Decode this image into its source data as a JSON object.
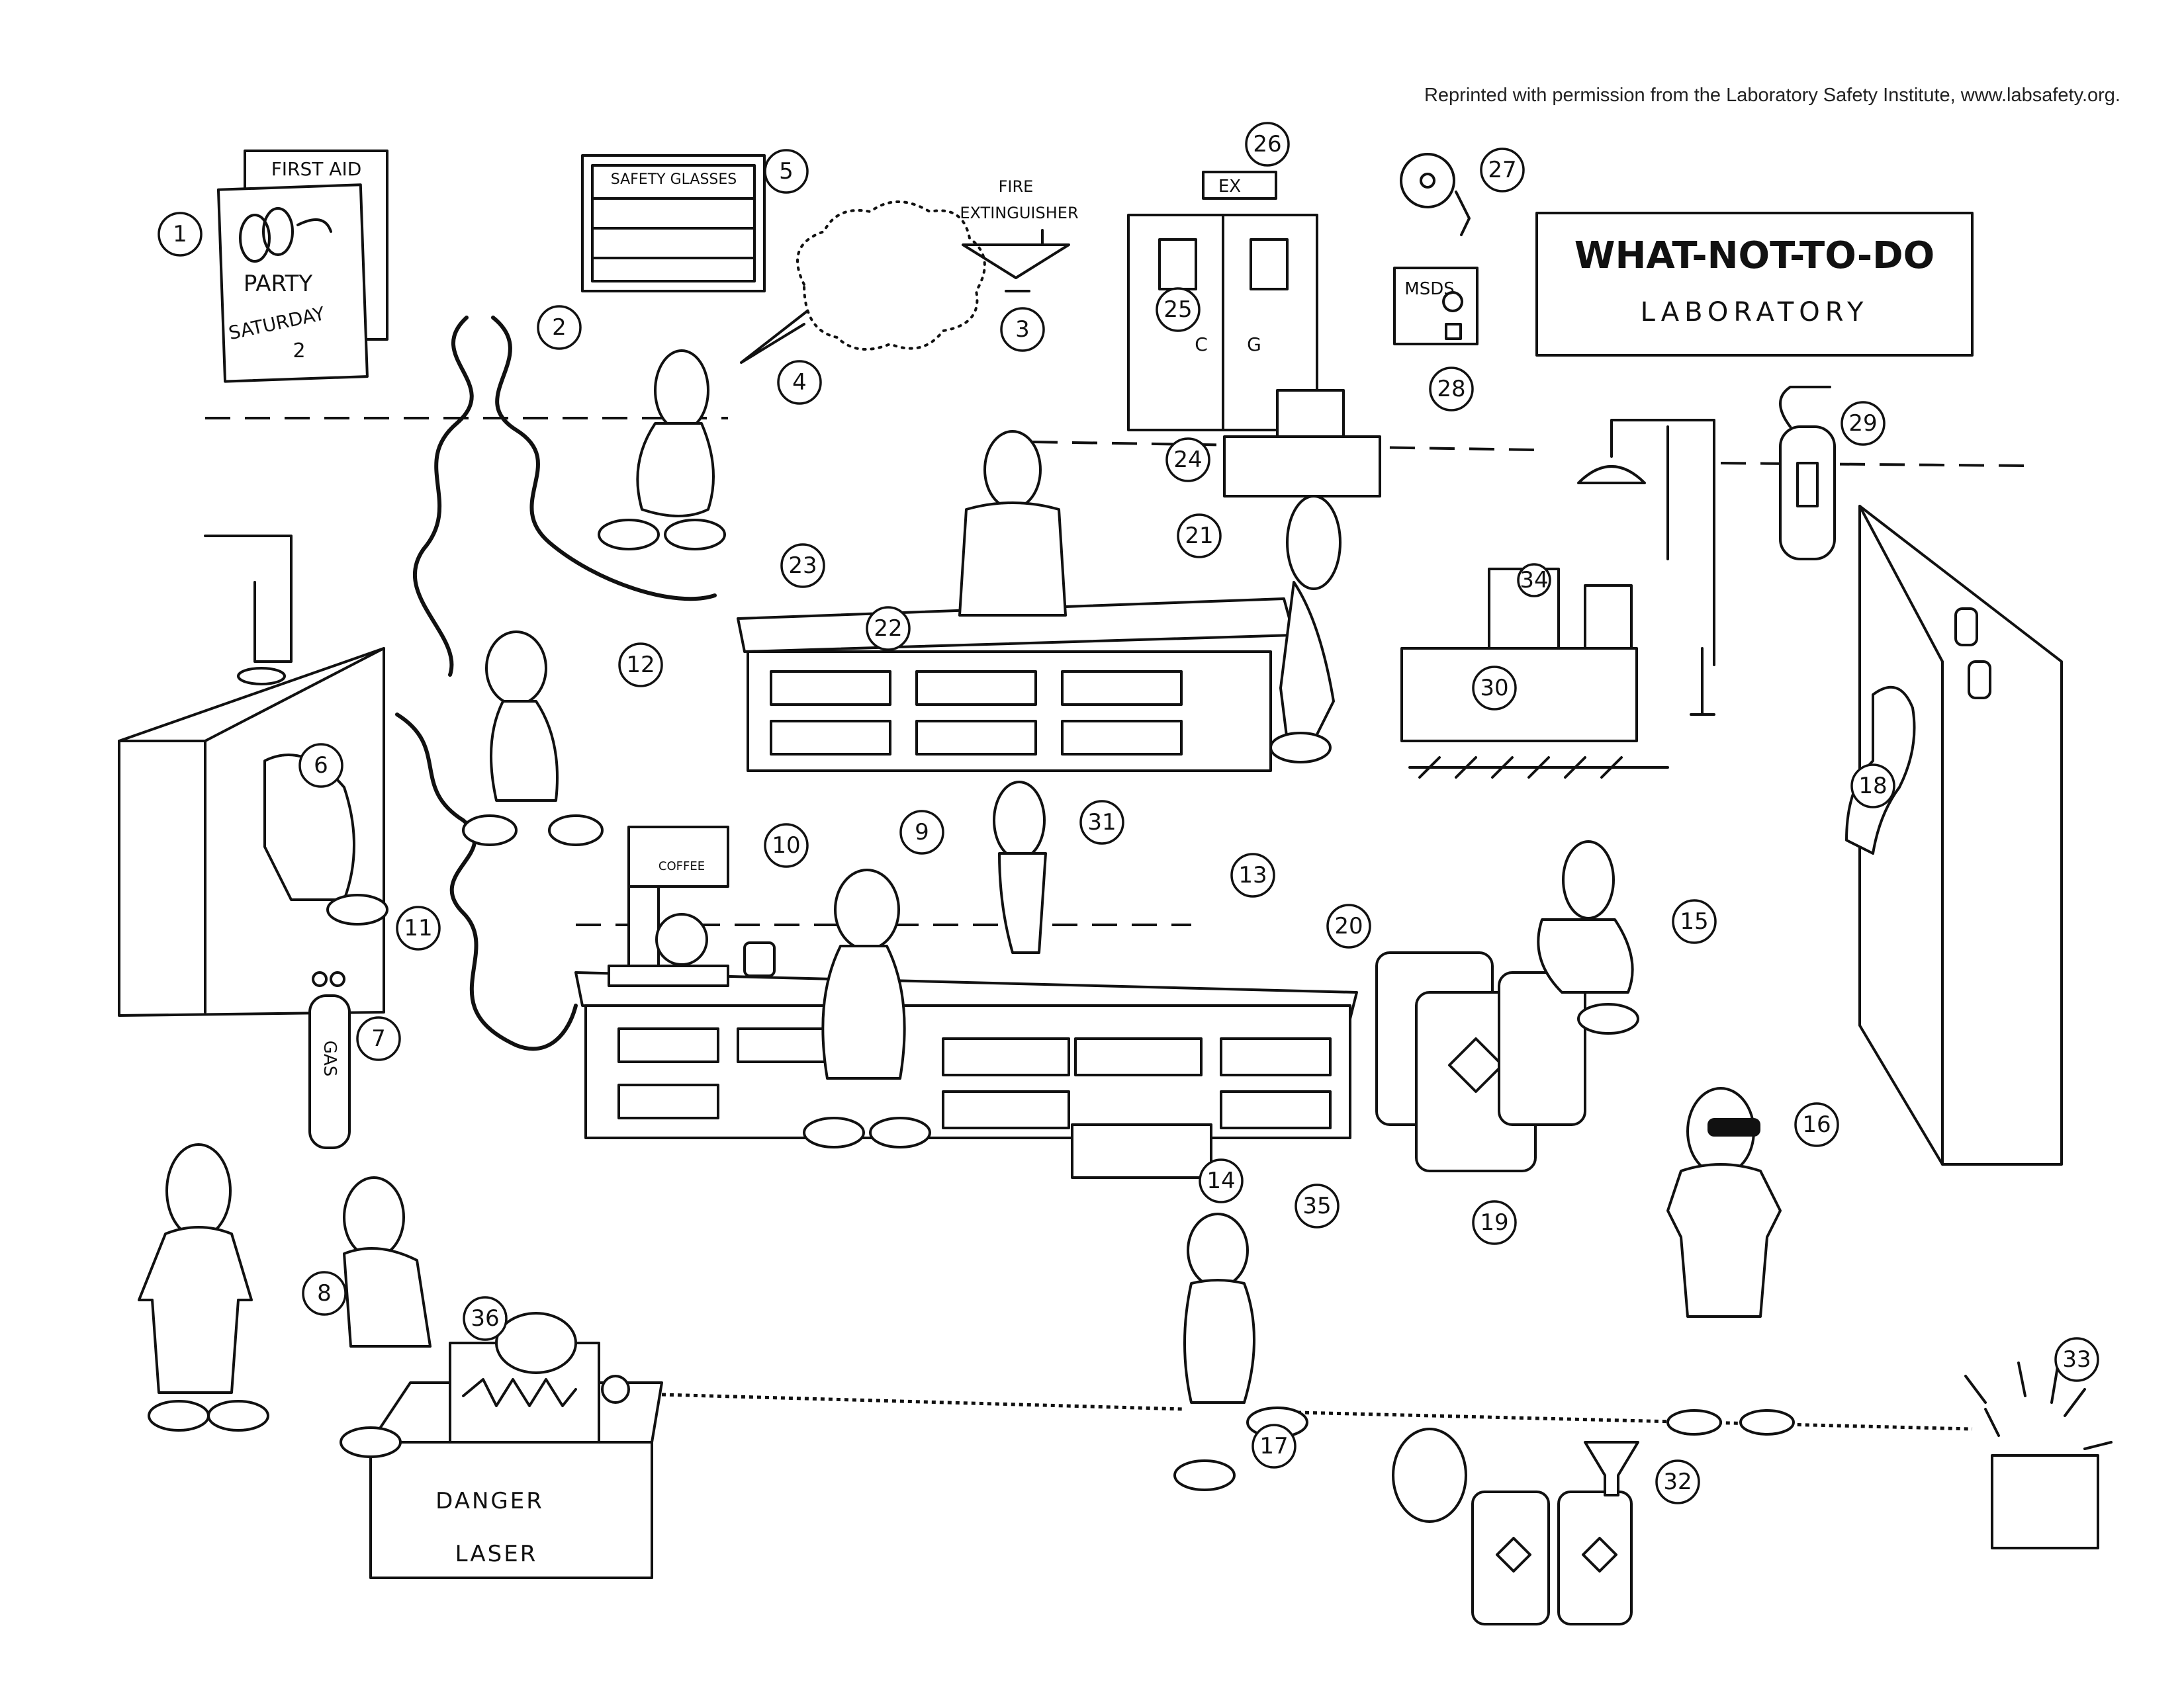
{
  "credit": "Reprinted with permission from the Laboratory Safety Institute, www.labsafety.org.",
  "signs": {
    "title_main": "WHAT-NOT-TO-DO",
    "title_sub": "LABORATORY",
    "first_aid": "FIRST AID",
    "party_line1": "PARTY",
    "party_line2": "SATURDAY",
    "party_date": "2",
    "safety_glasses": "SAFETY GLASSES",
    "fire_ext_line1": "FIRE",
    "fire_ext_line2": "EXTINGUISHER",
    "exit": "EX",
    "msds": "MSDS",
    "coffee": "COFFEE",
    "gas": "GAS",
    "danger": "DANGER",
    "laser": "LASER",
    "door_left": "C",
    "door_right": "G"
  },
  "callouts": {
    "n1": "1",
    "n2": "2",
    "n3": "3",
    "n4": "4",
    "n5": "5",
    "n6": "6",
    "n7": "7",
    "n8": "8",
    "n9": "9",
    "n10": "10",
    "n11": "11",
    "n12": "12",
    "n13": "13",
    "n14": "14",
    "n15": "15",
    "n16": "16",
    "n17": "17",
    "n18": "18",
    "n19": "19",
    "n20": "20",
    "n21": "21",
    "n22": "22",
    "n23": "23",
    "n24": "24",
    "n25": "25",
    "n26": "26",
    "n27": "27",
    "n28": "28",
    "n29": "29",
    "n30": "30",
    "n31": "31",
    "n32": "32",
    "n33": "33",
    "n34": "34",
    "n35": "35",
    "n36": "36"
  }
}
